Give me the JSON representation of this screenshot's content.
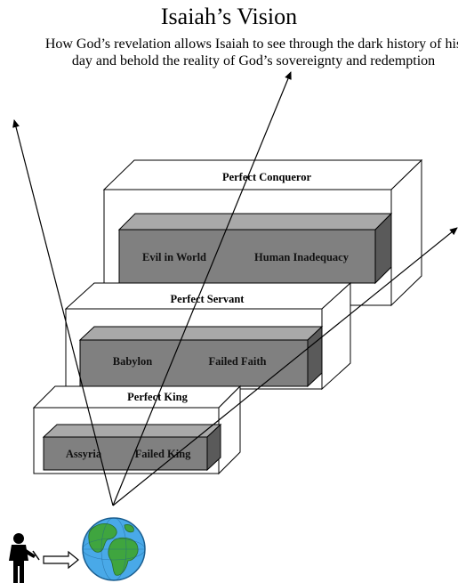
{
  "title": "Isaiah’s Vision",
  "subtitle": "How God’s revelation allows Isaiah to see through the dark history of his day and behold the reality of God’s sovereignty and redemption",
  "tiers": [
    {
      "outer_label": "Perfect Conqueror",
      "inner_left": "Evil in World",
      "inner_right": "Human Inadequacy"
    },
    {
      "outer_label": "Perfect Servant",
      "inner_left": "Babylon",
      "inner_right": "Failed Faith"
    },
    {
      "outer_label": "Perfect King",
      "inner_left": "Assyria",
      "inner_right": "Failed King"
    }
  ],
  "colors": {
    "inner_front": "#808080",
    "inner_top": "#a9a9a9",
    "inner_side": "#5a5a5a",
    "outline": "#000000",
    "globe_ocean": "#49a9e8",
    "globe_land": "#3fa53f"
  },
  "icons": {
    "figure": "person-silhouette-icon",
    "arrow": "right-arrow-icon",
    "globe": "earth-globe-icon"
  }
}
